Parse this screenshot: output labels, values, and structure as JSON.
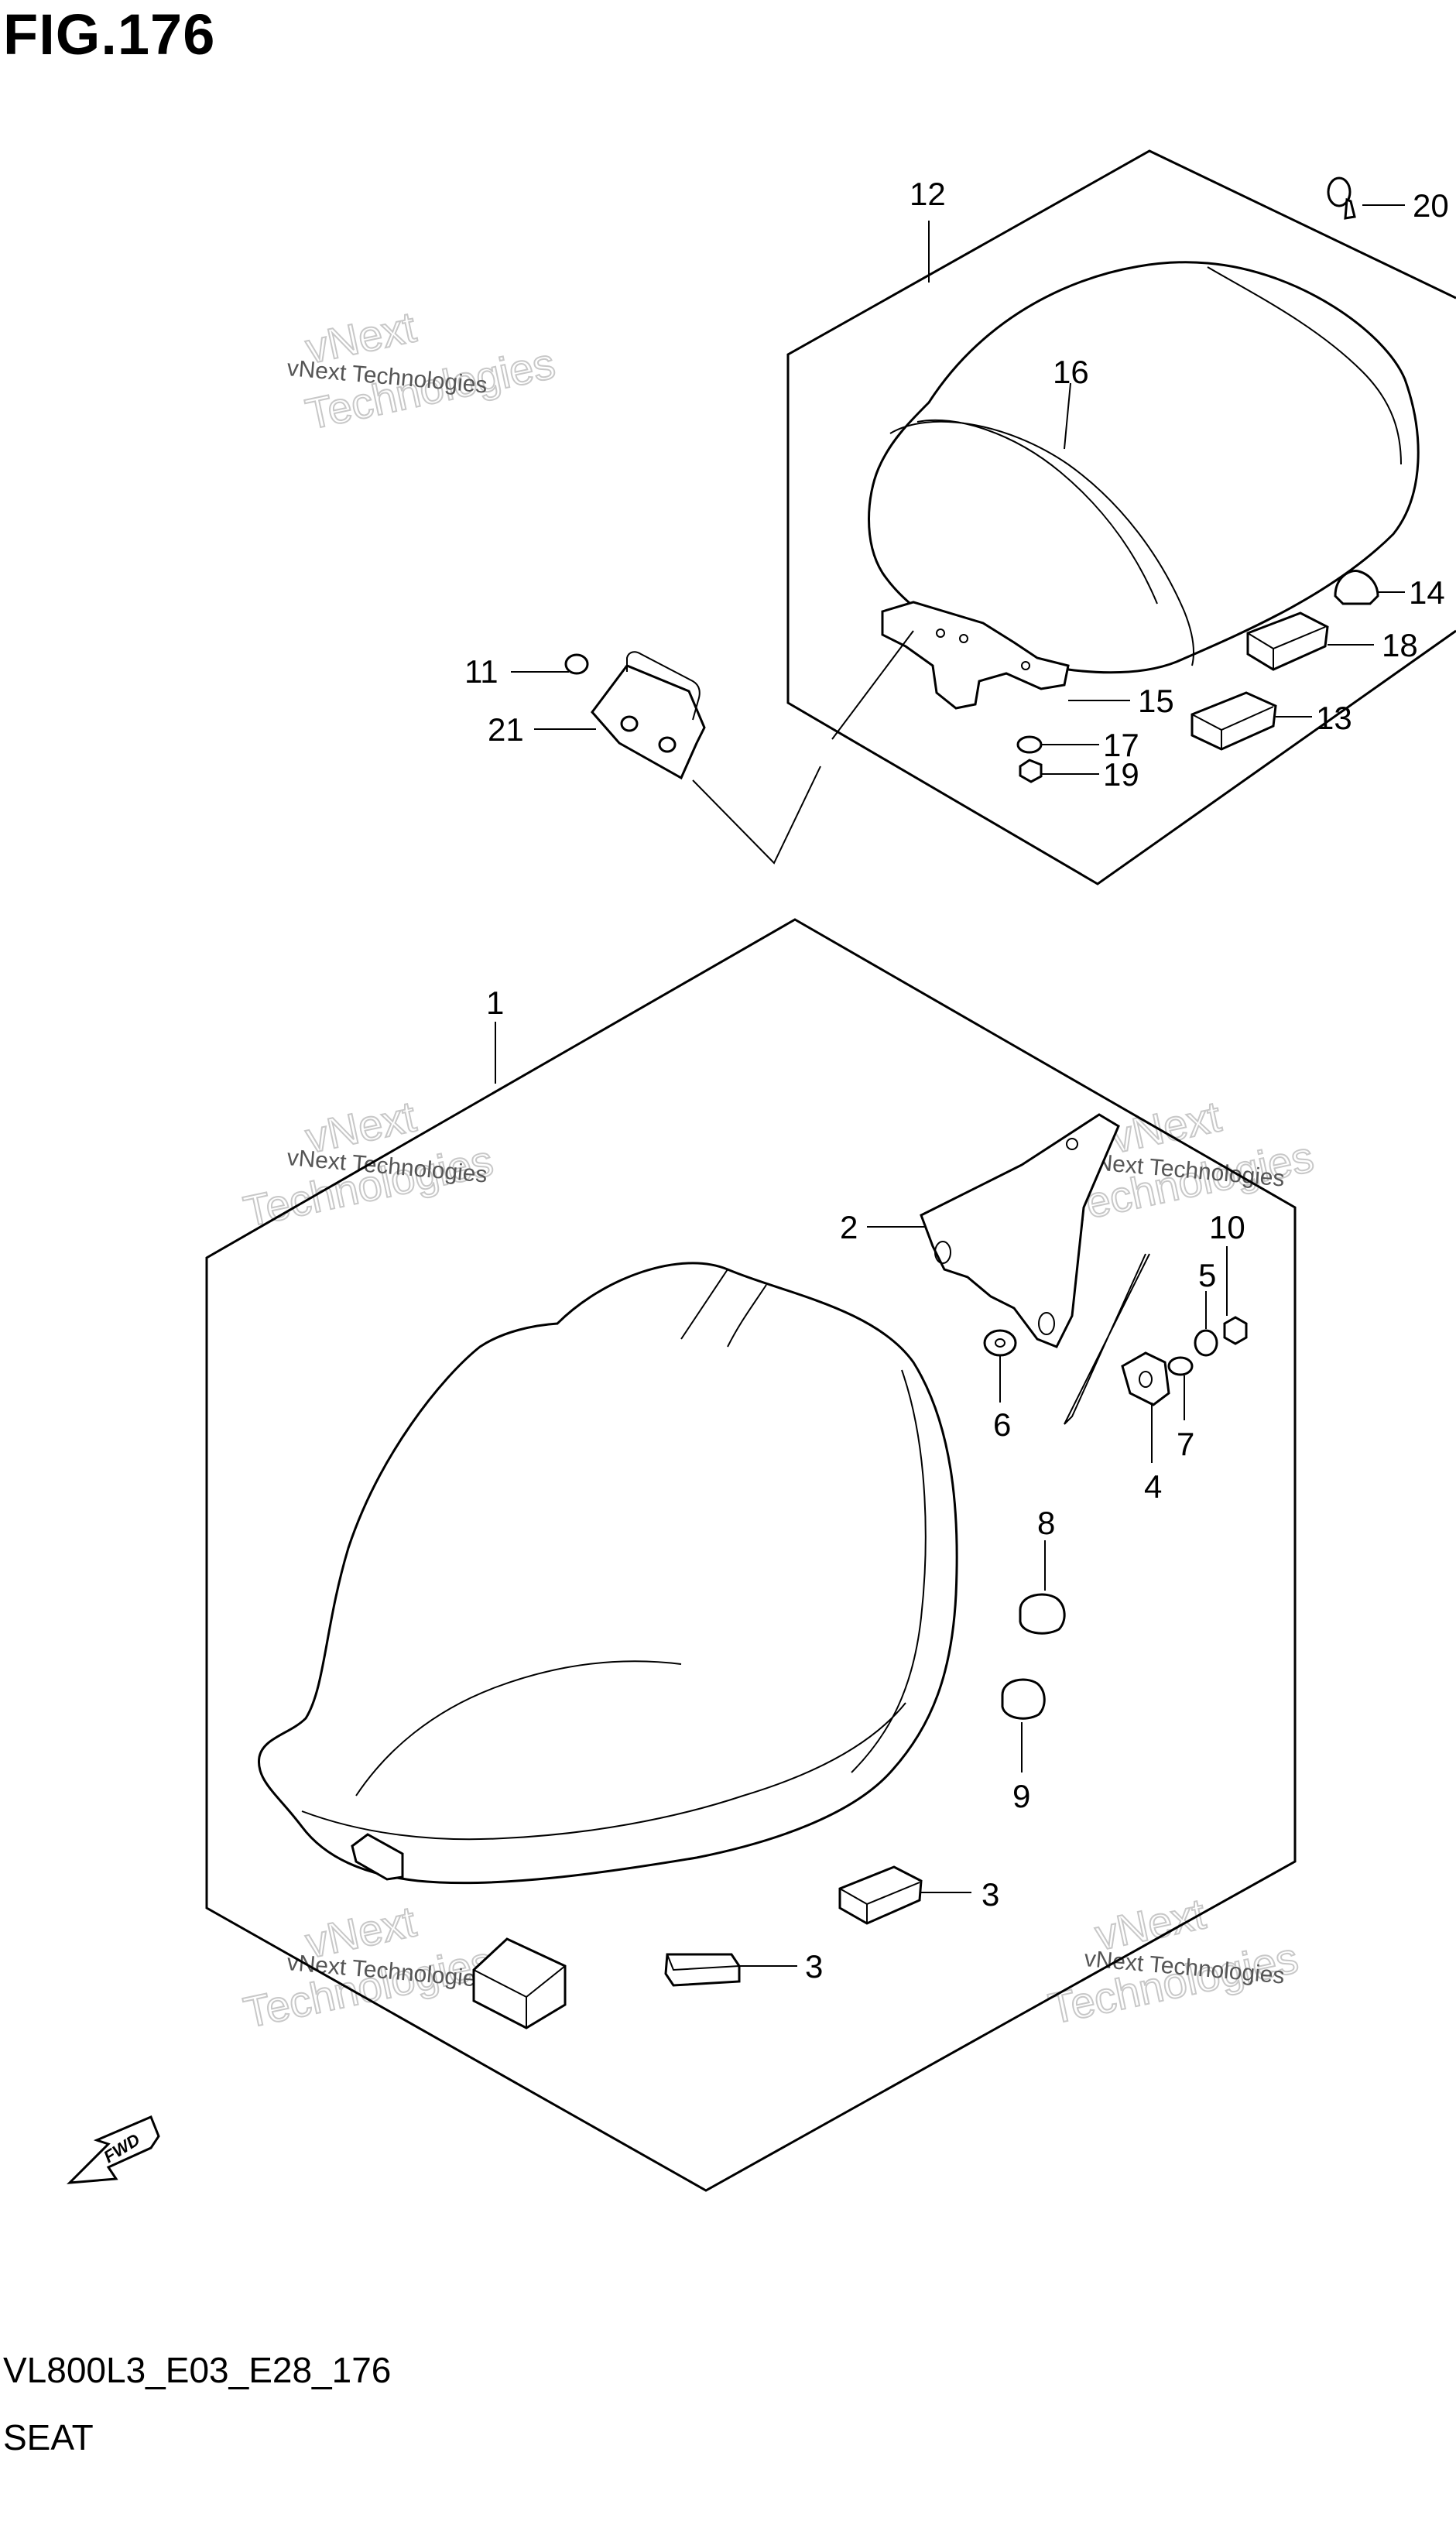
{
  "figure": {
    "title": "FIG.176",
    "code": "VL800L3_E03_E28_176",
    "name": "SEAT"
  },
  "watermark": {
    "line1": "vNext Technologies",
    "line2": "Technologies",
    "line3": "vNext"
  },
  "callouts": [
    {
      "id": "c1",
      "label": "1"
    },
    {
      "id": "c2",
      "label": "2"
    },
    {
      "id": "c3a",
      "label": "3"
    },
    {
      "id": "c3b",
      "label": "3"
    },
    {
      "id": "c4",
      "label": "4"
    },
    {
      "id": "c5",
      "label": "5"
    },
    {
      "id": "c6",
      "label": "6"
    },
    {
      "id": "c7",
      "label": "7"
    },
    {
      "id": "c8",
      "label": "8"
    },
    {
      "id": "c9",
      "label": "9"
    },
    {
      "id": "c10",
      "label": "10"
    },
    {
      "id": "c11",
      "label": "11"
    },
    {
      "id": "c12",
      "label": "12"
    },
    {
      "id": "c13",
      "label": "13"
    },
    {
      "id": "c14",
      "label": "14"
    },
    {
      "id": "c15",
      "label": "15"
    },
    {
      "id": "c16",
      "label": "16"
    },
    {
      "id": "c17",
      "label": "17"
    },
    {
      "id": "c18",
      "label": "18"
    },
    {
      "id": "c19",
      "label": "19"
    },
    {
      "id": "c20",
      "label": "20"
    },
    {
      "id": "c21",
      "label": "21"
    }
  ],
  "fwd_arrow": {
    "label": "FWD"
  }
}
